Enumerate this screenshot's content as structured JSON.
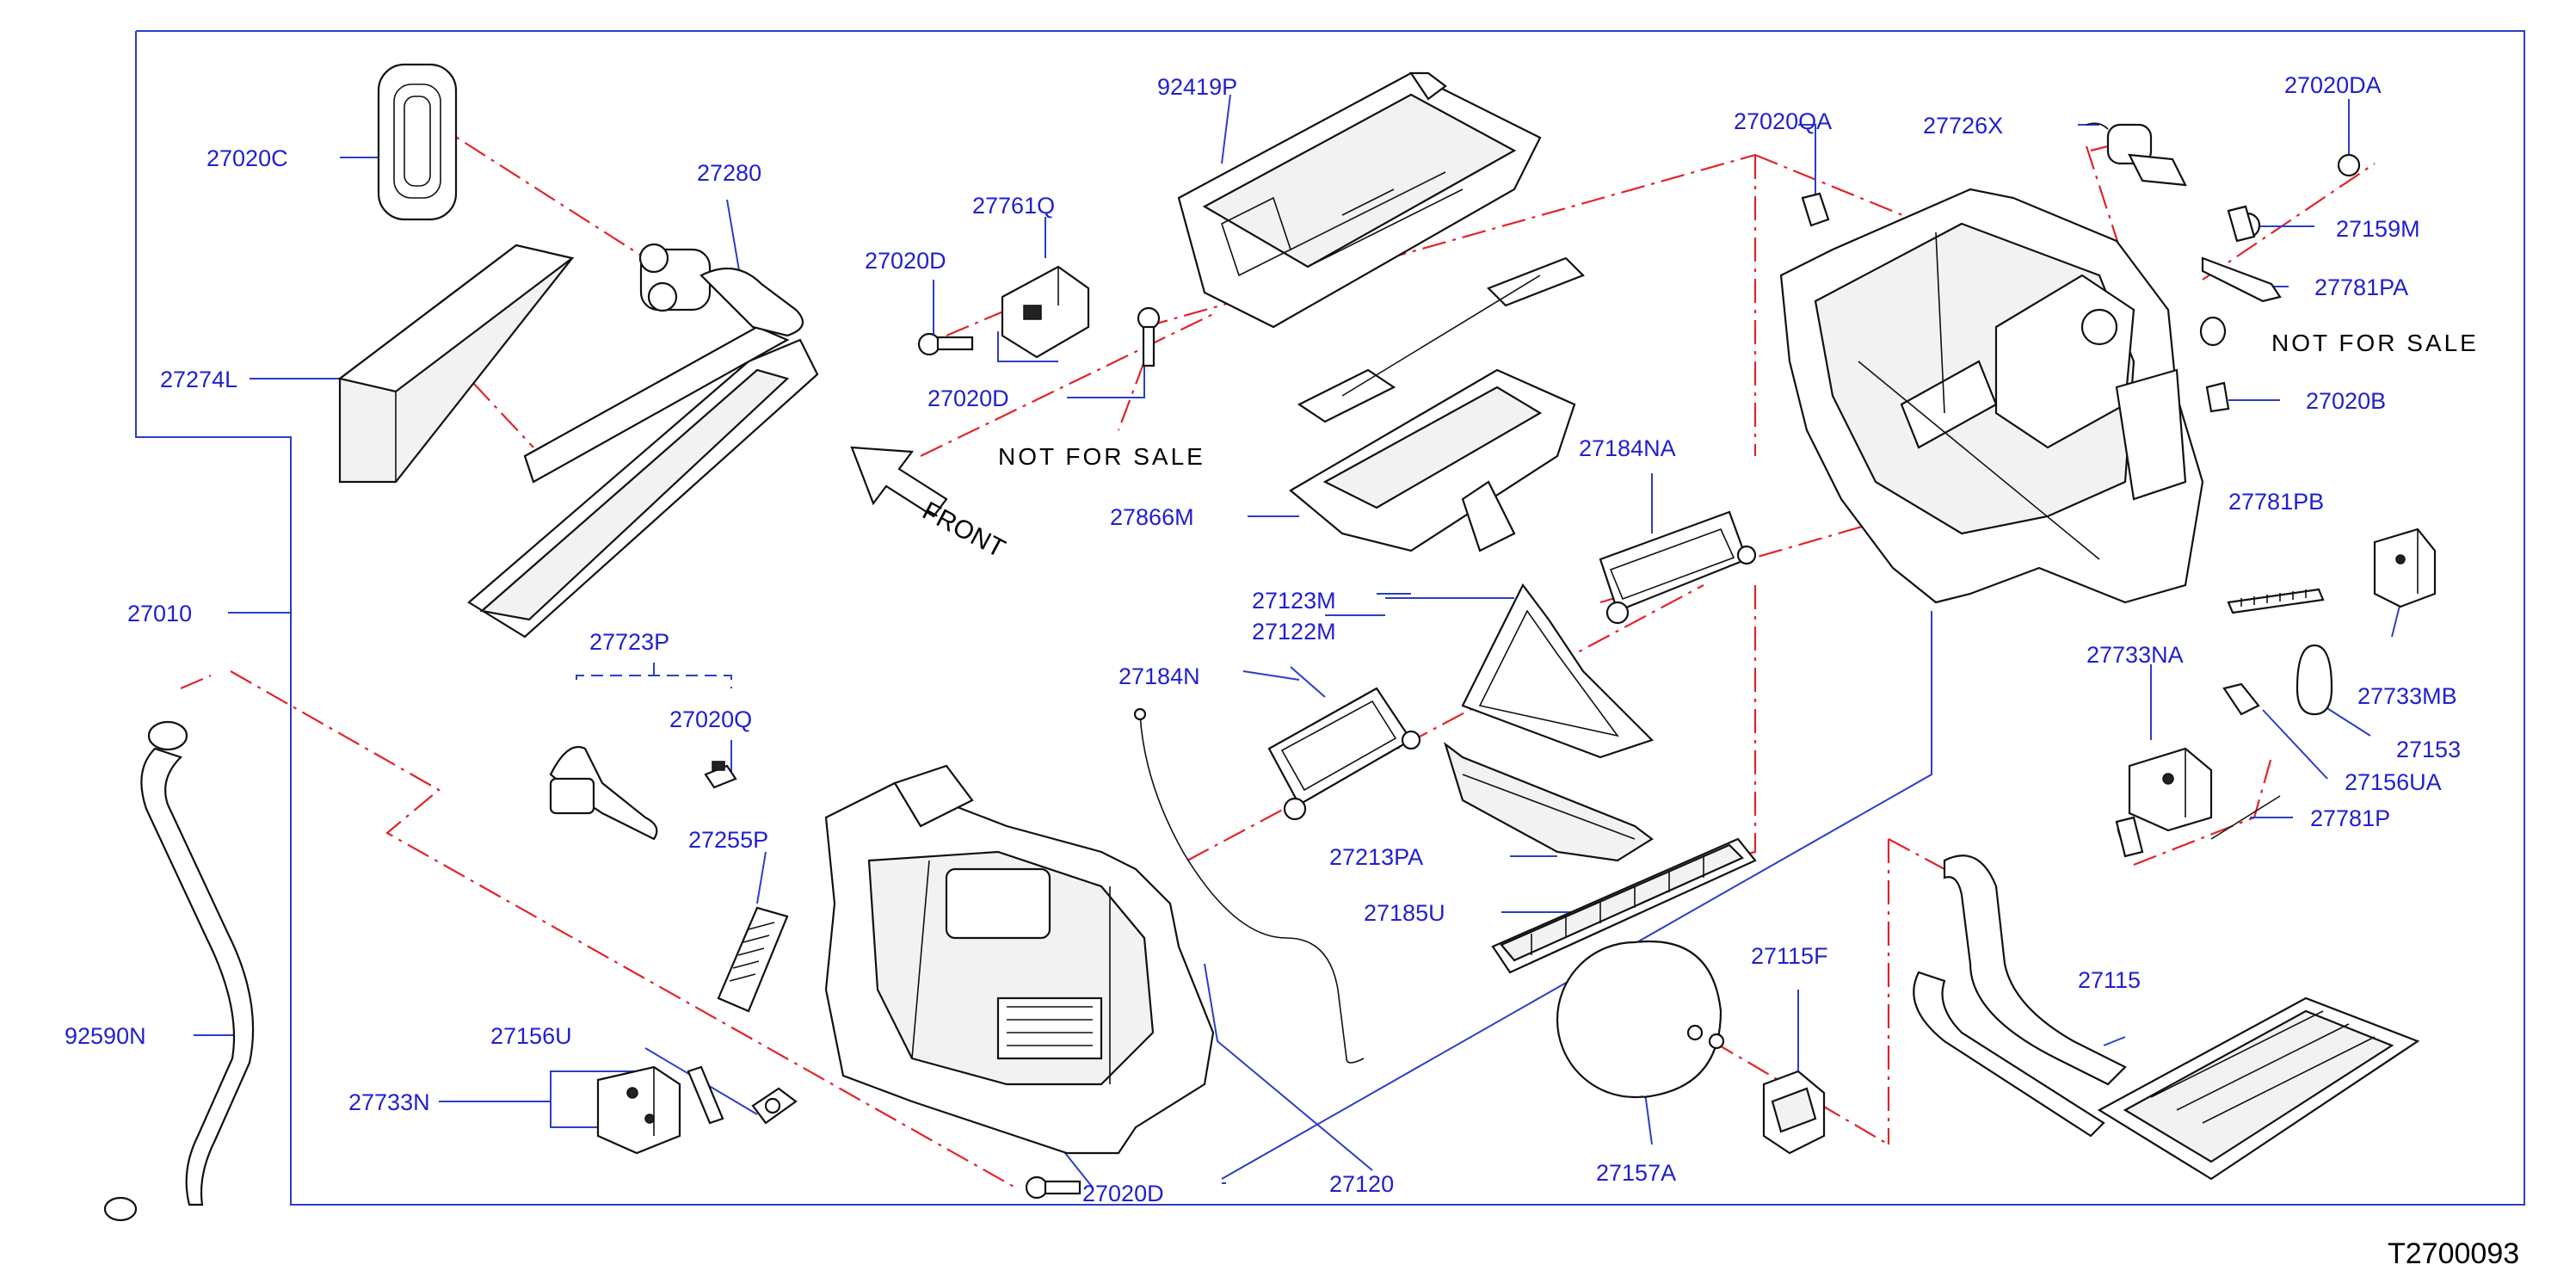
{
  "diagram_code": "T2700093",
  "direction_label": "FRONT",
  "not_for_sale": [
    "NOT  FOR  SALE",
    "NOT  FOR  SALE"
  ],
  "labels": {
    "p27020C": "27020C",
    "p27280": "27280",
    "p27274L": "27274L",
    "p27010": "27010",
    "p92590N": "92590N",
    "p92419P": "92419P",
    "p27761Q": "27761Q",
    "p27020D_a": "27020D",
    "p27020D_b": "27020D",
    "p27020D_c": "27020D",
    "p27866M": "27866M",
    "p27723P": "27723P",
    "p27020Q": "27020Q",
    "p27255P": "27255P",
    "p27156U": "27156U",
    "p27733N": "27733N",
    "p27184N": "27184N",
    "p27123M": "27123M",
    "p27122M": "27122M",
    "p27184NA": "27184NA",
    "p27213PA": "27213PA",
    "p27185U": "27185U",
    "p27120": "27120",
    "p27020QA": "27020QA",
    "p27726X": "27726X",
    "p27020DA": "27020DA",
    "p27159M": "27159M",
    "p27781PA": "27781PA",
    "p27020B": "27020B",
    "p27781PB": "27781PB",
    "p27733NA": "27733NA",
    "p27733MB": "27733MB",
    "p27153": "27153",
    "p27156UA": "27156UA",
    "p27781P": "27781P",
    "p27115F": "27115F",
    "p27115": "27115",
    "p27157A": "27157A"
  },
  "colors": {
    "label_blue": "#1f1fd1",
    "leader_blue": "#2a3fc4",
    "dash_red": "#e0242a"
  }
}
